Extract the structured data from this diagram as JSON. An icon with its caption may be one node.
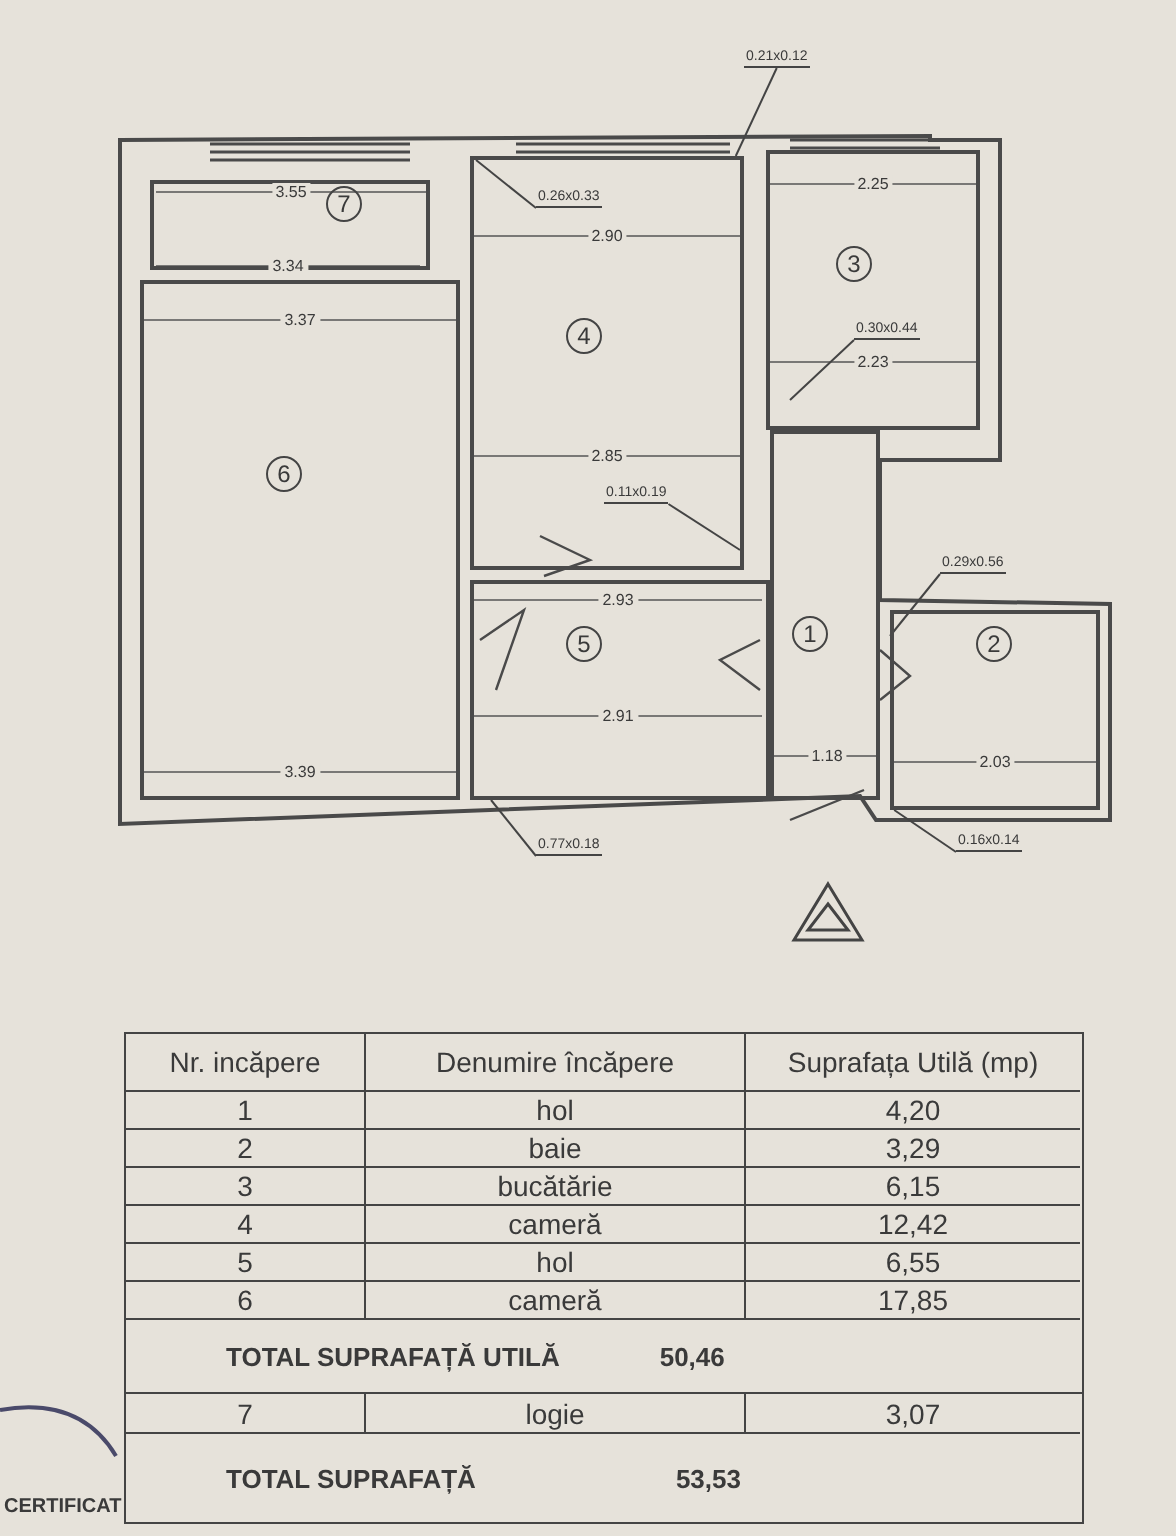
{
  "diagram": {
    "nodes": [
      {
        "text": [
          "7"
        ]
      },
      {
        "text": [
          "6"
        ]
      },
      {
        "text": [
          "4"
        ]
      },
      {
        "text": [
          "0.26x0.33"
        ],
        "in": 2
      },
      {
        "text": [
          "0.11x0.19"
        ],
        "in": 2
      },
      {
        "text": [
          "0.21x0.12"
        ]
      },
      {
        "text": [
          "3"
        ]
      },
      {
        "text": [
          "0.30x0.44"
        ],
        "in": 6
      },
      {
        "text": [
          "5"
        ]
      },
      {
        "text": [
          "1"
        ]
      },
      {
        "text": [
          "0.29x0.56"
        ]
      },
      {
        "text": [
          "2"
        ]
      },
      {
        "text": [
          "0.77x0.18"
        ]
      },
      {
        "text": [
          "0.16x0.14"
        ]
      }
    ],
    "edges": [
      {
        "from": 5,
        "to": 2,
        "arrow": "none"
      },
      {
        "from": 3,
        "to": null,
        "arrow": "none"
      },
      {
        "from": 4,
        "to": null,
        "arrow": "none"
      },
      {
        "from": 7,
        "to": null,
        "arrow": "none"
      },
      {
        "from": 10,
        "to": 11,
        "arrow": "none"
      },
      {
        "from": 12,
        "to": 8,
        "arrow": "none"
      },
      {
        "from": 13,
        "to": 11,
        "arrow": "none"
      }
    ],
    "labels": [
      "3.55",
      "3.34",
      "3.37",
      "3.39",
      "2.90",
      "2.85",
      "2.25",
      "2.23",
      "2.93",
      "2.91",
      "1.18",
      "2.03",
      "Nr. incăpere",
      "Denumire încăpere",
      "Suprafața Utilă (mp)",
      "1",
      "hol",
      "4,20",
      "2",
      "baie",
      "3,29",
      "3",
      "bucătărie",
      "6,15",
      "4",
      "cameră",
      "12,42",
      "5",
      "hol",
      "6,55",
      "6",
      "cameră",
      "17,85",
      "TOTAL SUPRAFAȚĂ UTILĂ",
      "50,46",
      "7",
      "logie",
      "3,07",
      "TOTAL SUPRAFAȚĂ",
      "53,53",
      "CERTIFICAT"
    ]
  }
}
